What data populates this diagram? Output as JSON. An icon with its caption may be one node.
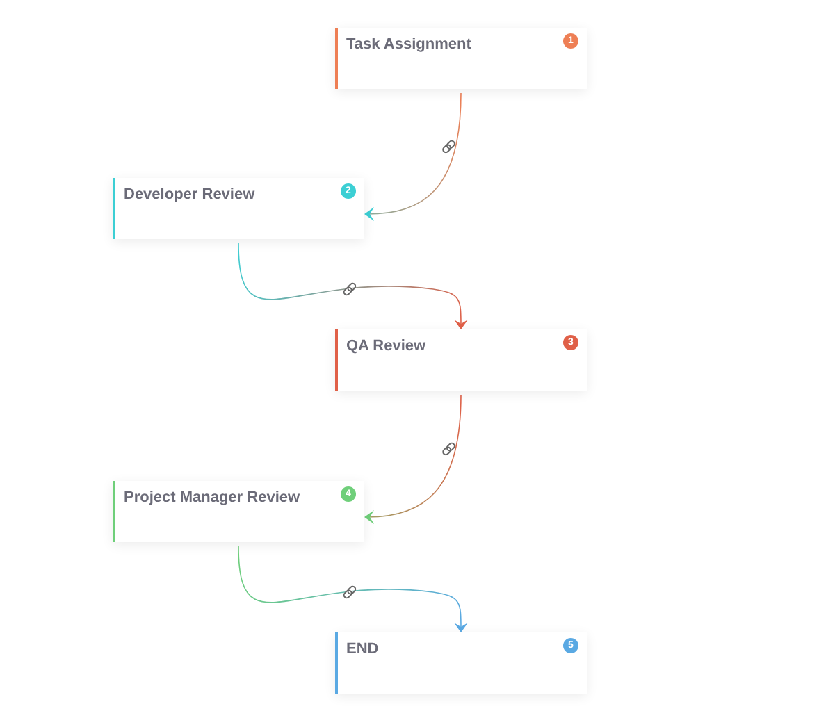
{
  "diagram": {
    "nodes": [
      {
        "text": [
          "Task Assignment",
          "1"
        ]
      },
      {
        "text": [
          "Developer Review",
          "2"
        ]
      },
      {
        "text": [
          "QA Review",
          "3"
        ]
      },
      {
        "text": [
          "Project Manager Review",
          "4"
        ]
      },
      {
        "text": [
          "END",
          "5"
        ]
      }
    ],
    "edges": [
      {
        "from": 0,
        "to": 1,
        "arrow": "to"
      },
      {
        "from": 1,
        "to": 2,
        "arrow": "to"
      },
      {
        "from": 2,
        "to": 3,
        "arrow": "to"
      },
      {
        "from": 3,
        "to": 4,
        "arrow": "to"
      }
    ]
  }
}
